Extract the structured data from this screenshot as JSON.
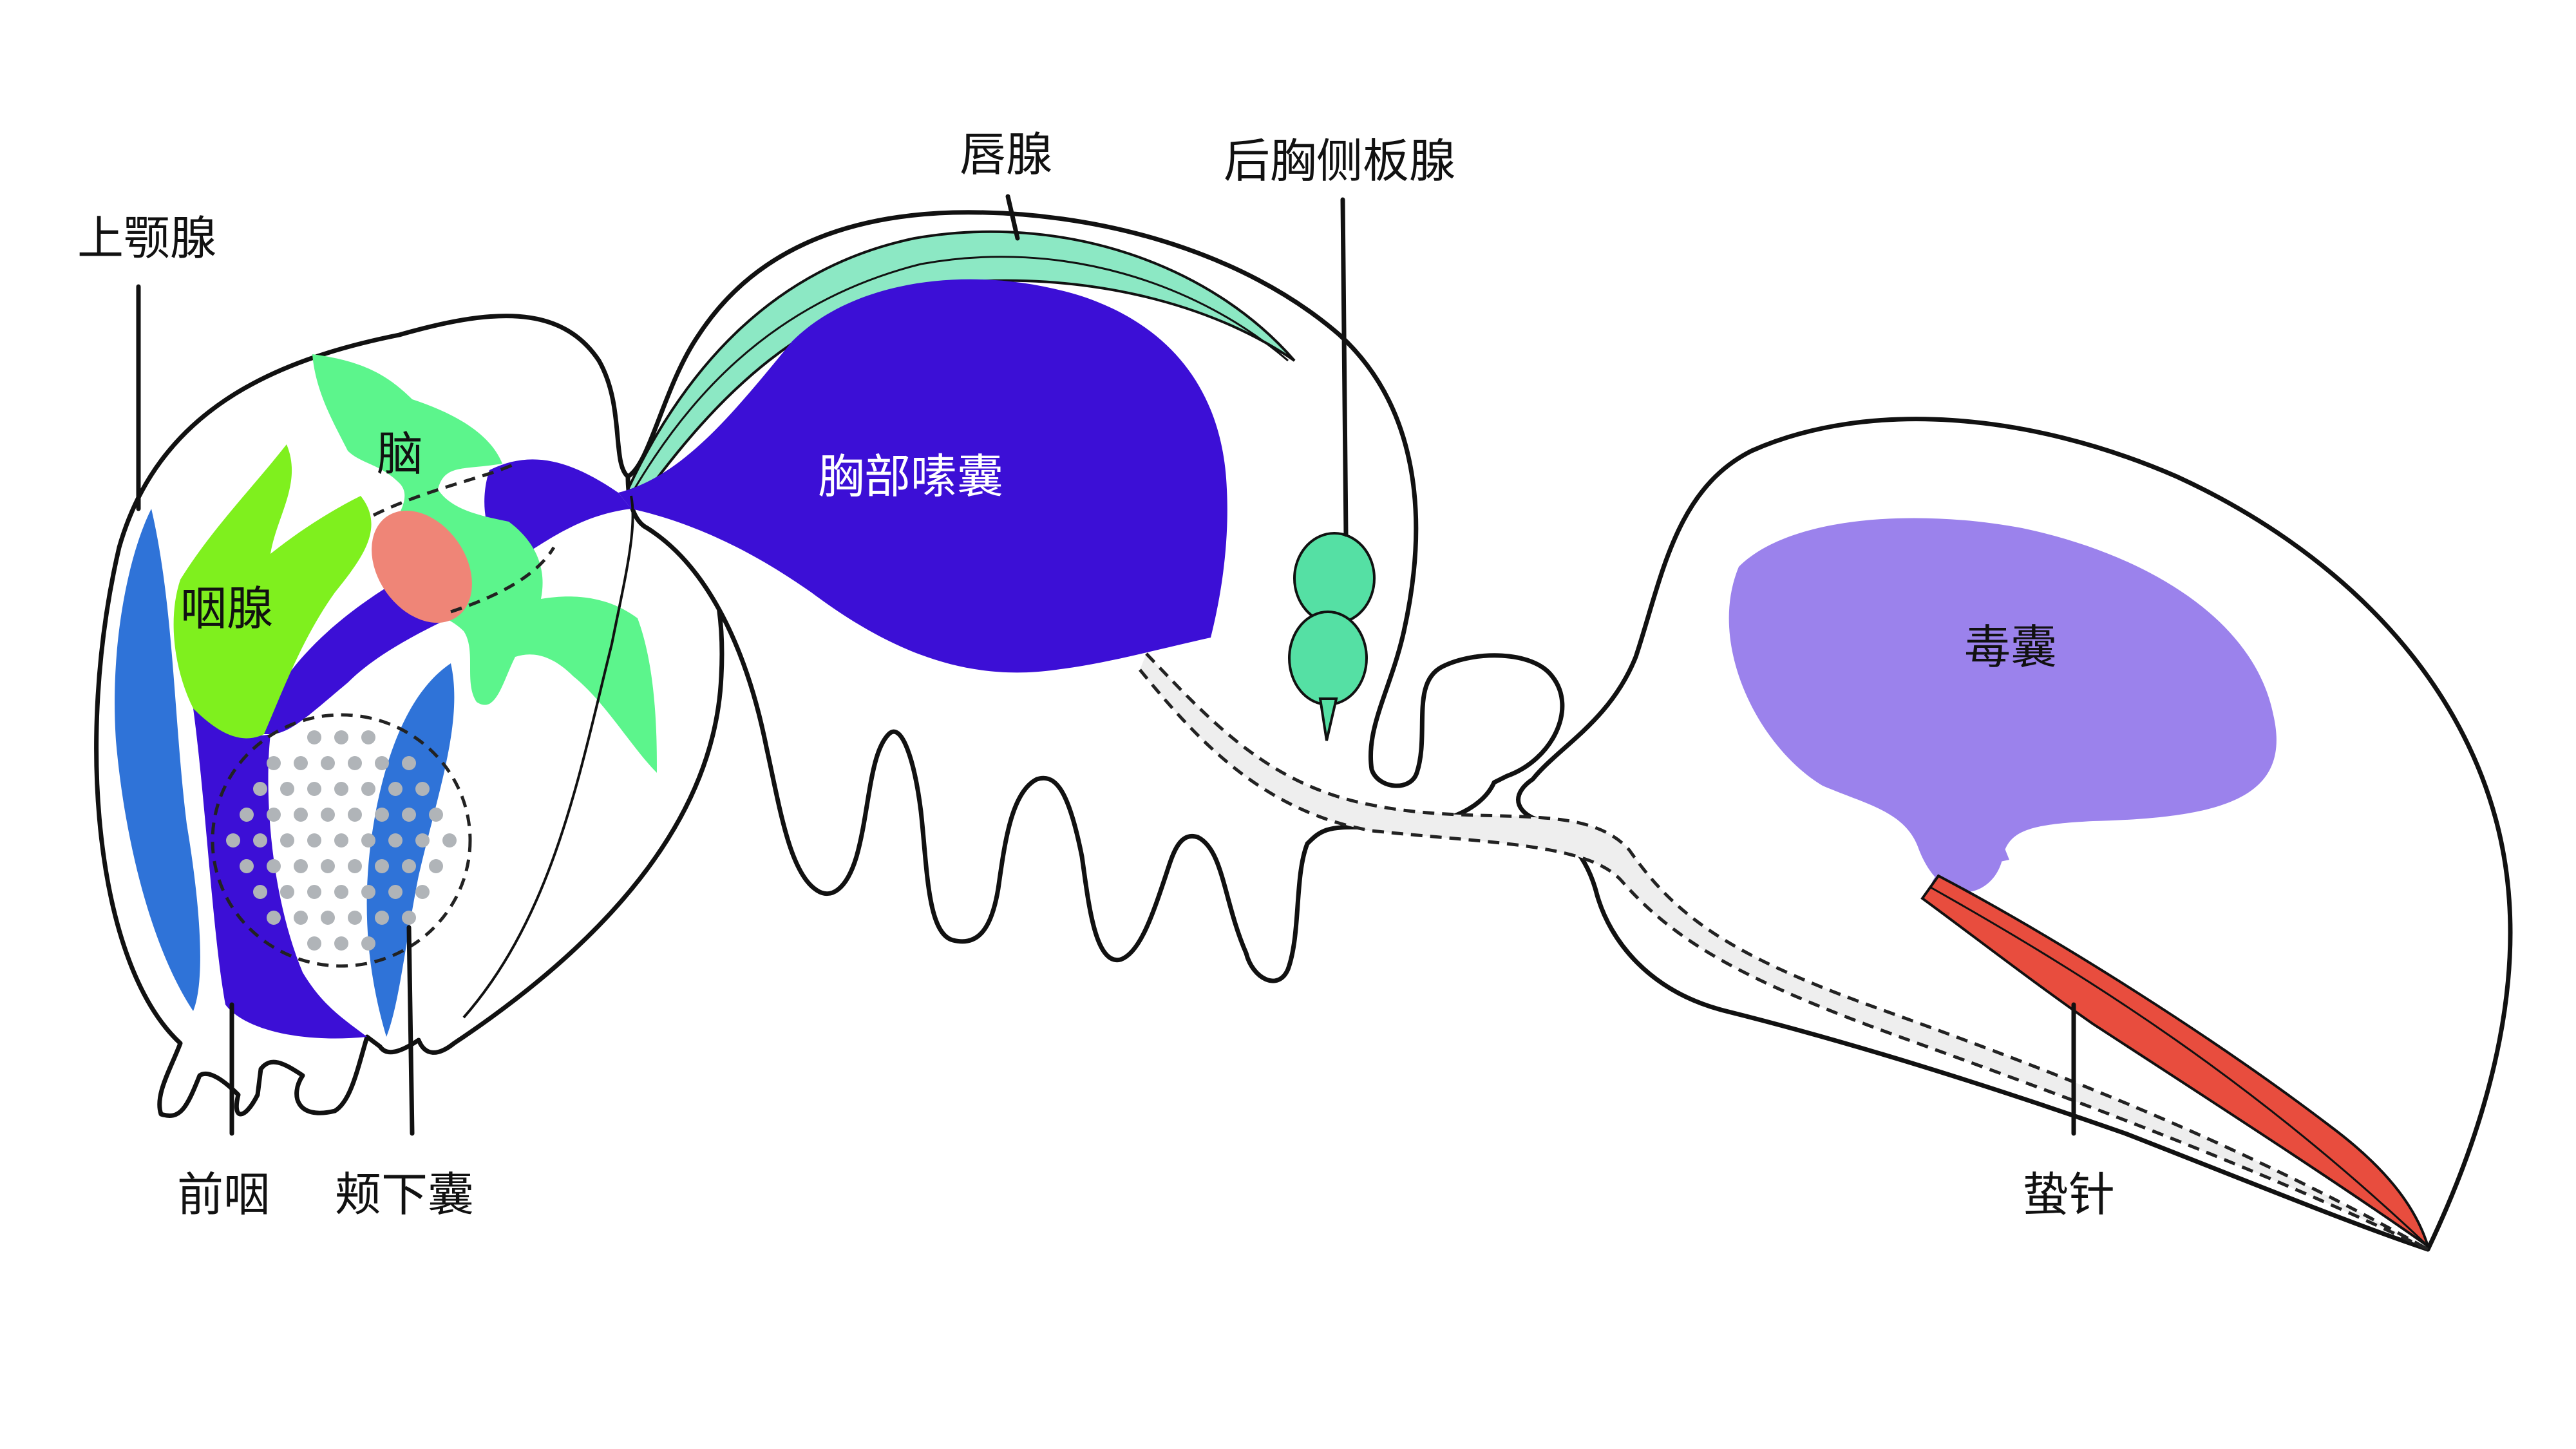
{
  "colors": {
    "mandibular_gland": "#2f73d8",
    "pharyngeal_gland": "#7ff01e",
    "brain": "#5cf58c",
    "crop": "#3c0fd6",
    "labial_gland": "#8ce8c4",
    "metapleural_gland": "#55e0a4",
    "venom_sac": "#9b82ec",
    "sting": "#e84d3e",
    "infrabuccal_pocket_dots": "#b0b4b8",
    "duct_fill": "#eeeeee",
    "pink_organ": "#ef8577"
  },
  "labels": {
    "mandibular_gland": "上颚腺",
    "pharyngeal_gland": "咽腺",
    "brain": "脑",
    "labial_gland": "唇腺",
    "metapleural_gland": "后胸侧板腺",
    "crop": "胸部嗉囊",
    "venom_sac": "毒囊",
    "sting": "蛰针",
    "pharynx": "前咽",
    "infrabuccal_pocket": "颊下囊"
  }
}
